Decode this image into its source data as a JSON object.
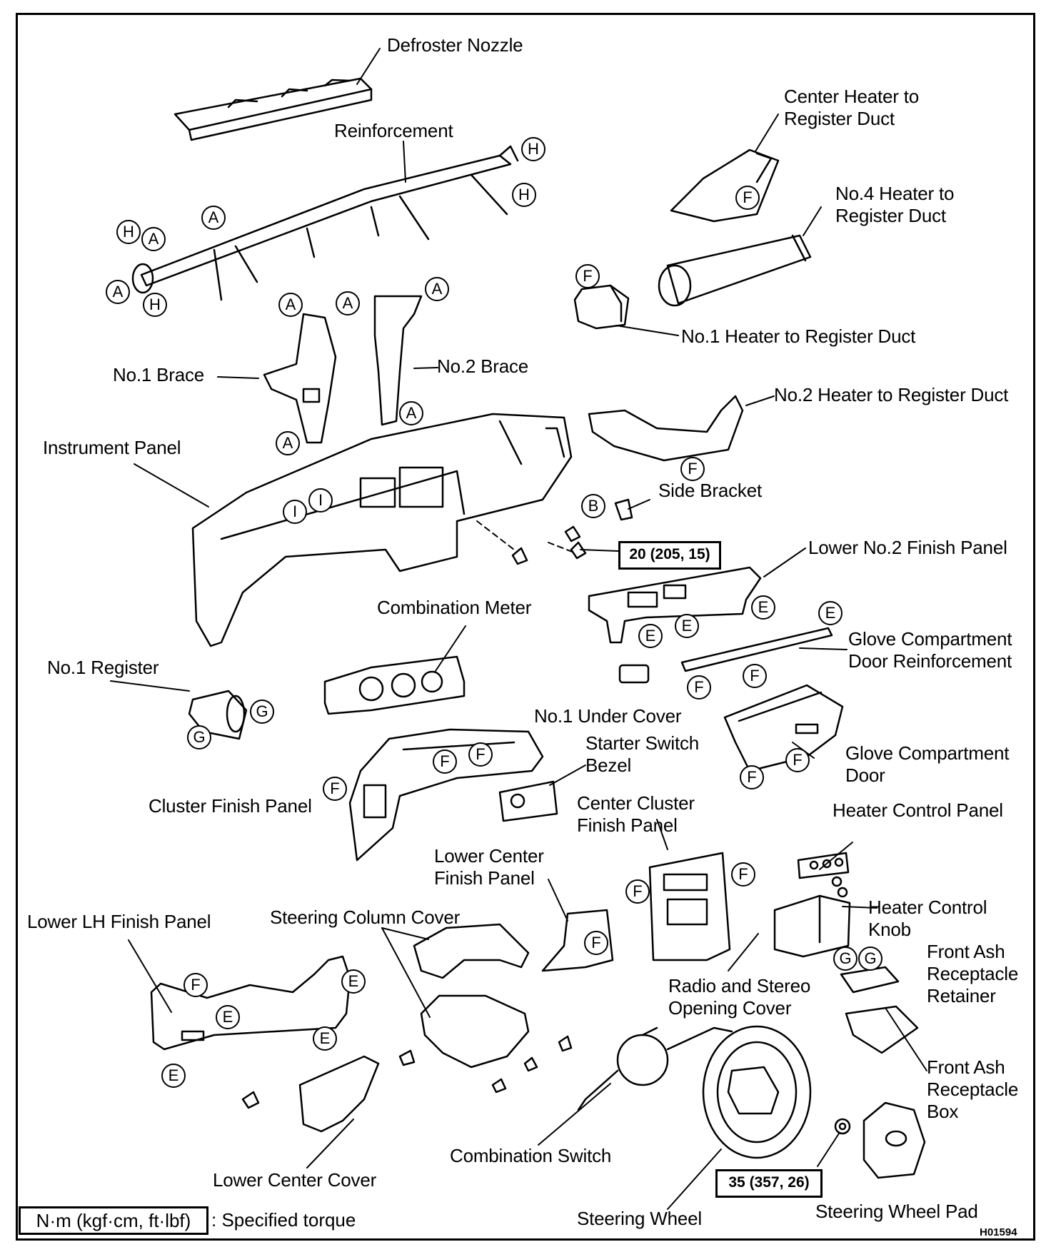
{
  "labels": {
    "defroster_nozzle": "Defroster Nozzle",
    "reinforcement": "Reinforcement",
    "center_heater_duct": "Center Heater to\nRegister Duct",
    "no4_heater_duct": "No.4 Heater to\nRegister Duct",
    "no1_heater_duct": "No.1 Heater to Register Duct",
    "no1_brace": "No.1 Brace",
    "no2_brace": "No.2 Brace",
    "no2_heater_duct": "No.2 Heater to Register Duct",
    "instrument_panel": "Instrument Panel",
    "side_bracket": "Side Bracket",
    "lower_no2_finish_panel": "Lower No.2 Finish Panel",
    "combination_meter": "Combination Meter",
    "glove_compartment_door_reinforcement": "Glove Compartment\nDoor Reinforcement",
    "no1_register": "No.1 Register",
    "no1_under_cover": "No.1 Under Cover",
    "starter_switch_bezel": "Starter Switch\nBezel",
    "glove_compartment_door": "Glove Compartment\nDoor",
    "cluster_finish_panel": "Cluster Finish Panel",
    "center_cluster_finish_panel": "Center Cluster\nFinish Panel",
    "heater_control_panel": "Heater Control Panel",
    "lower_center_finish_panel": "Lower Center\nFinish Panel",
    "heater_control_knob": "Heater Control\nKnob",
    "lower_lh_finish_panel": "Lower LH Finish Panel",
    "steering_column_cover": "Steering Column Cover",
    "front_ash_receptacle_retainer": "Front Ash\nReceptacle\nRetainer",
    "radio_stereo_opening_cover": "Radio and Stereo\nOpening Cover",
    "front_ash_receptacle_box": "Front Ash\nReceptacle\nBox",
    "combination_switch": "Combination Switch",
    "lower_center_cover": "Lower Center Cover",
    "steering_wheel": "Steering Wheel",
    "steering_wheel_pad": "Steering Wheel Pad"
  },
  "torque": {
    "side_bracket_bolt": "20 (205, 15)",
    "steering_wheel_nut": "35 (357, 26)"
  },
  "legend": {
    "unit": "N·m (kgf·cm, ft·lbf)",
    "text": ": Specified torque"
  },
  "figure_code": "H01594",
  "callout_letters": [
    "A",
    "B",
    "E",
    "F",
    "G",
    "H",
    "I"
  ]
}
